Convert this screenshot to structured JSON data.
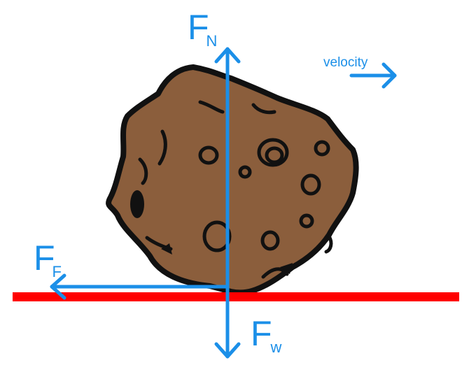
{
  "labels": {
    "normal_force": {
      "main": "F",
      "sub": "N"
    },
    "friction_force": {
      "main": "F",
      "sub": "F"
    },
    "weight_force": {
      "main": "F",
      "sub": "w"
    },
    "velocity": "velocity"
  },
  "colors": {
    "arrow": "#1b8fe8",
    "ground": "#ff0000",
    "rock_fill": "#8b5e3c",
    "rock_outline": "#111111"
  },
  "icons": {
    "rock": "rock-illustration",
    "ground": "ground-line"
  }
}
